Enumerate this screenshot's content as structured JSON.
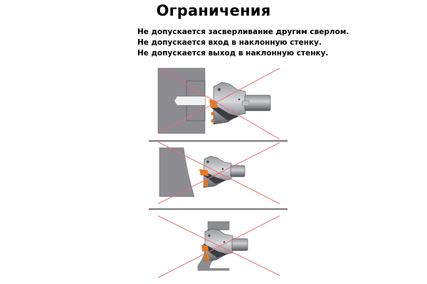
{
  "title": "Ограничения",
  "rules": [
    "Не допускается засверливание другим сверлом.",
    "Не допускается вход в наклонную стенку.",
    "Не допускается выход в наклонную стенку."
  ],
  "panels": [
    {
      "id": "predrilled-hole",
      "label": "Засверливание другим сверлом",
      "crossed_out": true
    },
    {
      "id": "entry-inclined-wall",
      "label": "Вход в наклонную стенку",
      "crossed_out": true
    },
    {
      "id": "exit-inclined-wall",
      "label": "Выход в наклонную стенку",
      "crossed_out": true
    }
  ],
  "colors": {
    "workpiece": "#8c8c91",
    "tool_body": "#7a7b80",
    "insert": "#e07a2a",
    "cross": "#e0707a",
    "divider": "#6b6b6b"
  }
}
